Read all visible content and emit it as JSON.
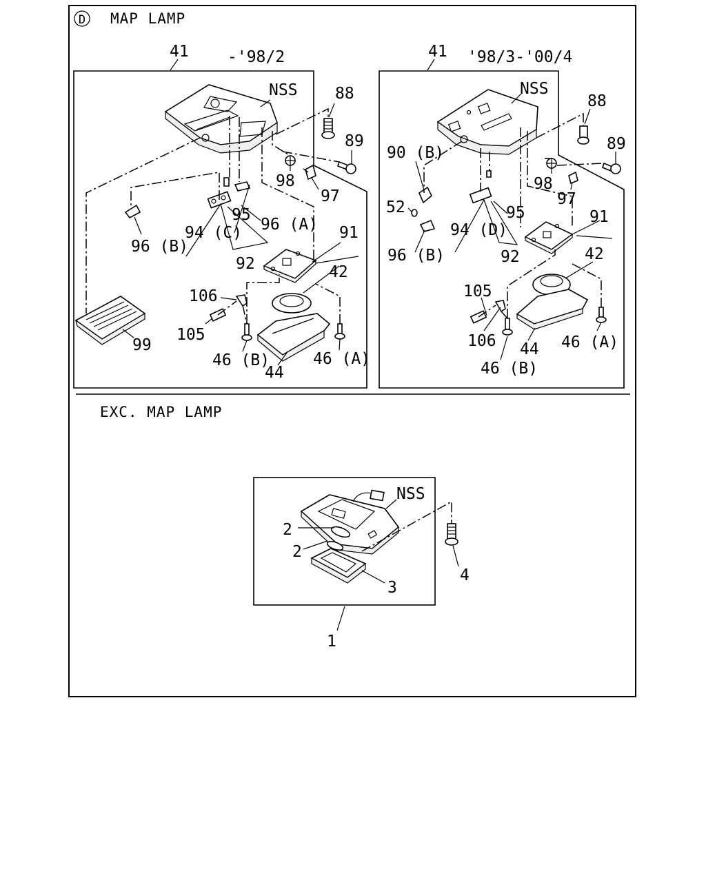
{
  "section": {
    "circle_letter": "D",
    "title": "MAP  LAMP",
    "exc_title": "EXC. MAP  LAMP"
  },
  "left_panel": {
    "assembly_number": "41",
    "period": "-'98/2",
    "labels": [
      "NSS",
      "88",
      "89",
      "98",
      "97",
      "96 (B)",
      "94 (C)",
      "95",
      "96 (A)",
      "92",
      "91",
      "42",
      "106",
      "105",
      "99",
      "46 (B)",
      "44",
      "46 (A)"
    ]
  },
  "right_panel": {
    "assembly_number": "41",
    "period": "'98/3-'00/4",
    "labels": [
      "NSS",
      "88",
      "89",
      "90 (B)",
      "98",
      "97",
      "52",
      "95",
      "94 (D)",
      "96 (B)",
      "92",
      "91",
      "42",
      "105",
      "106",
      "44",
      "46 (A)",
      "46 (B)"
    ]
  },
  "bottom_panel": {
    "assembly_number": "1",
    "labels": [
      "NSS",
      "2",
      "2",
      "3",
      "4"
    ]
  }
}
